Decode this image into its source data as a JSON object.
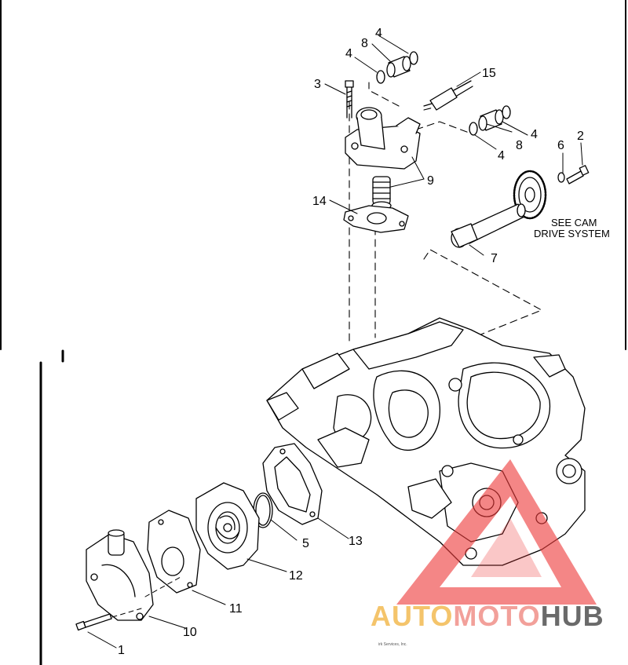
{
  "callouts": {
    "c1": "1",
    "c2": "2",
    "c3": "3",
    "c4a": "4",
    "c4b": "4",
    "c4c": "4",
    "c4d": "4",
    "c5": "5",
    "c6": "6",
    "c7": "7",
    "c8a": "8",
    "c8b": "8",
    "c9": "9",
    "c10": "10",
    "c11": "11",
    "c12": "12",
    "c13": "13",
    "c14": "14",
    "c15": "15"
  },
  "note": {
    "line1": "SEE CAM",
    "line2": "DRIVE SYSTEM"
  },
  "credit": "irk Services, Inc.",
  "watermark": {
    "part1": "AUTO",
    "part2": "MOTO",
    "part3": "HUB",
    "colors": {
      "auto": "#f2b84b",
      "moto": "#f08c84",
      "hub": "#4a4a4a",
      "triangle": "#ee3b3b"
    }
  }
}
